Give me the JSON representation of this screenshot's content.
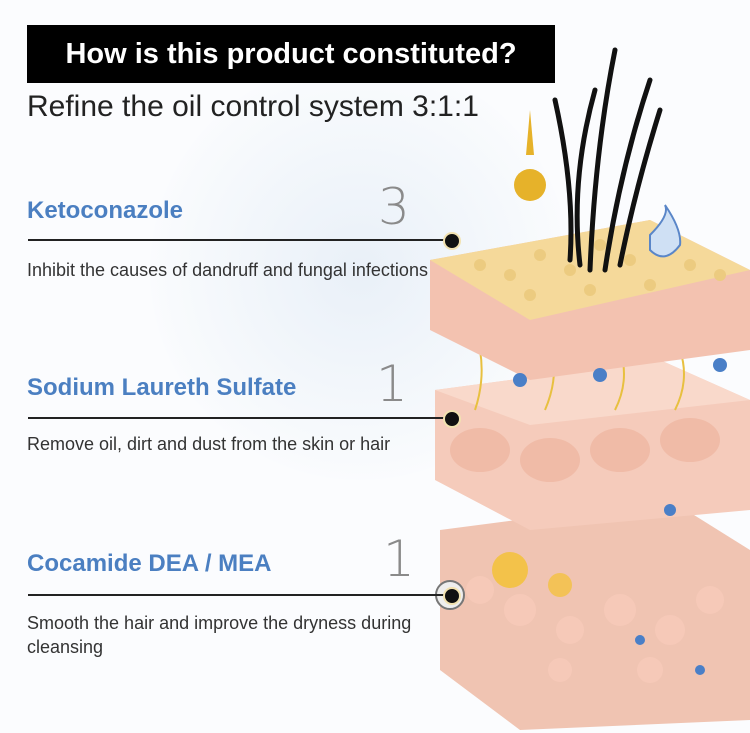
{
  "banner_title": "How is this product constituted?",
  "subtitle": "Refine the oil control system 3:1:1",
  "ingredients": [
    {
      "name": "Ketoconazole",
      "ratio": "3",
      "description": "Inhibit the causes of dandruff and fungal infections"
    },
    {
      "name": "Sodium Laureth Sulfate",
      "ratio": "1",
      "description": "Remove oil, dirt and dust from the skin or hair"
    },
    {
      "name": "Cocamide DEA / MEA",
      "ratio": "1",
      "description": "Smooth the hair and improve the dryness during cleansing"
    }
  ],
  "colors": {
    "heading": "#4b7fc1",
    "banner": "#000000",
    "skin": "#f2c7b6"
  }
}
